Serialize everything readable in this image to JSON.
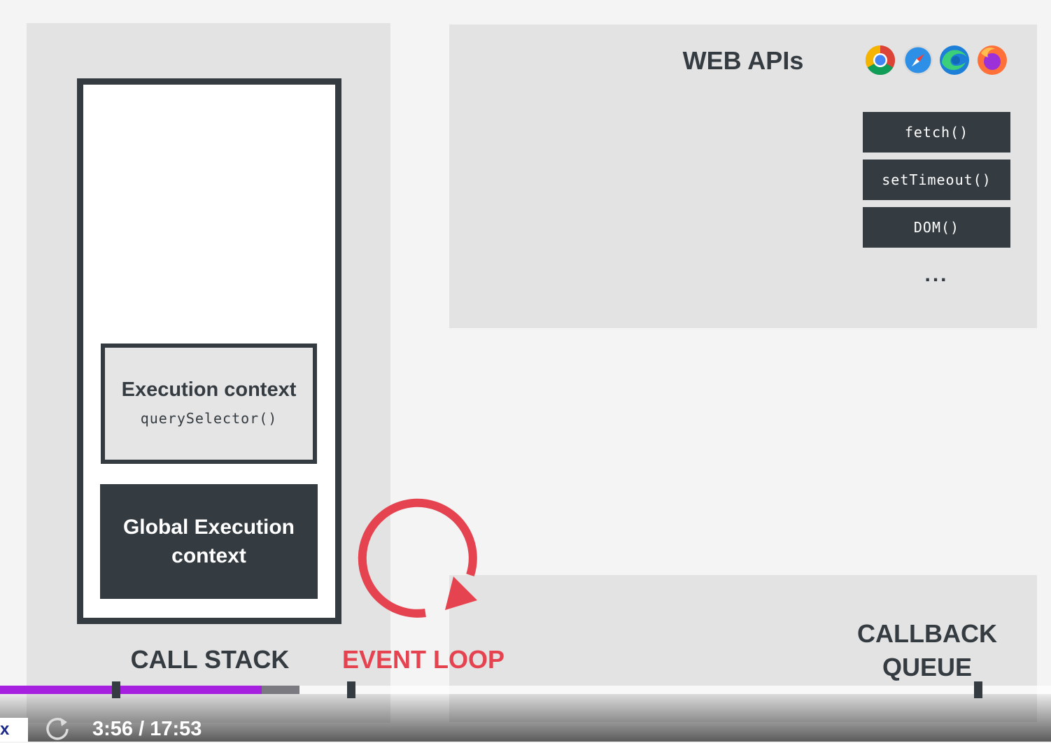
{
  "diagram": {
    "call_stack": {
      "label": "CALL STACK",
      "execution_context": {
        "title": "Execution context",
        "function": "querySelector()"
      },
      "global_context": "Global Execution context"
    },
    "event_loop": {
      "label": "EVENT LOOP",
      "color": "#e5434f"
    },
    "web_apis": {
      "label": "WEB APIs",
      "browsers": [
        "chrome-icon",
        "safari-icon",
        "edge-icon",
        "firefox-icon"
      ],
      "apis": [
        "fetch()",
        "setTimeout()",
        "DOM()"
      ],
      "more": "..."
    },
    "callback_queue": {
      "label_line1": "CALLBACK",
      "label_line2": "QUEUE"
    }
  },
  "player": {
    "left_partial": "x",
    "time": "3:56 / 17:53",
    "progress_color": "#a620df"
  }
}
